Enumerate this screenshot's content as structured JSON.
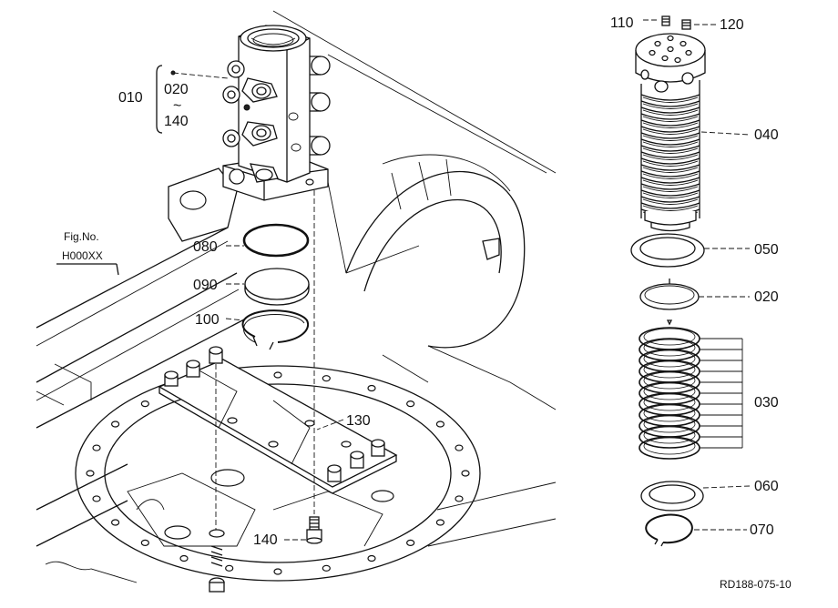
{
  "callouts": {
    "p010": "010",
    "p020_range_top": "020",
    "p020_range_tilde": "~",
    "p020_range_bottom": "140",
    "p080": "080",
    "p090": "090",
    "p100": "100",
    "p130": "130",
    "p140": "140",
    "p110": "110",
    "p120": "120",
    "p040": "040",
    "p050": "050",
    "p020": "020",
    "p030": "030",
    "p060": "060",
    "p070": "070"
  },
  "figure_ref": {
    "line1": "Fig.No.",
    "line2": "H000XX"
  },
  "drawing_code": "RD188-075-10"
}
